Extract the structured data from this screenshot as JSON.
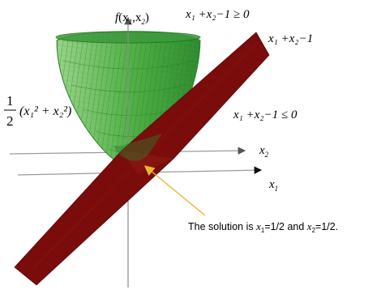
{
  "labels": {
    "f": "f",
    "f_args": "(x",
    "f_sub1": "1",
    "f_comma": ",x",
    "f_sub2": "2",
    "f_close": ")",
    "ineq_top": "x₁ +x₂−1 ≥ 0",
    "plane": "x₁ +x₂−1",
    "ineq_bottom": "x₁ +x₂−1 ≤ 0",
    "half_num": "1",
    "half_den": "2",
    "quad_expr": "(x₁² + x₂²)",
    "axis_x1": "x",
    "axis_x1_sub": "1",
    "axis_x2": "x",
    "axis_x2_sub": "2"
  },
  "annotation": {
    "prefix": "The solution is ",
    "var1": "x",
    "var1_sub": "1",
    "val1": "=1/2 and ",
    "var2": "x",
    "var2_sub": "2",
    "val2": "=1/2."
  },
  "colors": {
    "paraboloid_fill": "#7cc46a",
    "paraboloid_mesh": "#1f8a1f",
    "plane": "#7a0c0c",
    "axis": "#8a8a8a",
    "arrow": "#f0c040"
  }
}
